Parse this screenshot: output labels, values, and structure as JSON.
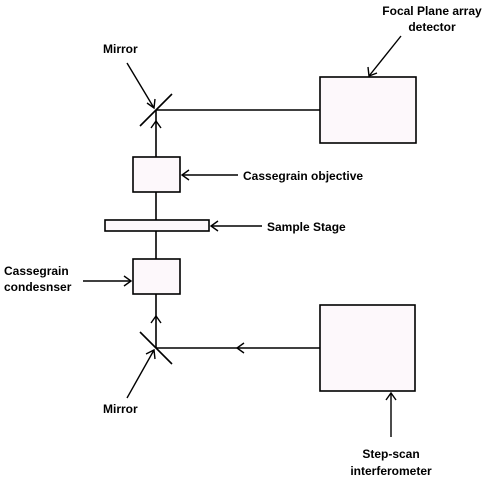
{
  "labels": {
    "detector_line1": "Focal Plane array",
    "detector_line2": "detector",
    "mirror_top": "Mirror",
    "objective": "Cassegrain objective",
    "sample_stage": "Sample Stage",
    "condenser_line1": "Cassegrain",
    "condenser_line2": "condesnser",
    "mirror_bottom": "Mirror",
    "interferometer_line1": "Step-scan",
    "interferometer_line2": "interferometer"
  },
  "colors": {
    "box_fill": "#fdf8fb",
    "stroke": "#000000"
  }
}
